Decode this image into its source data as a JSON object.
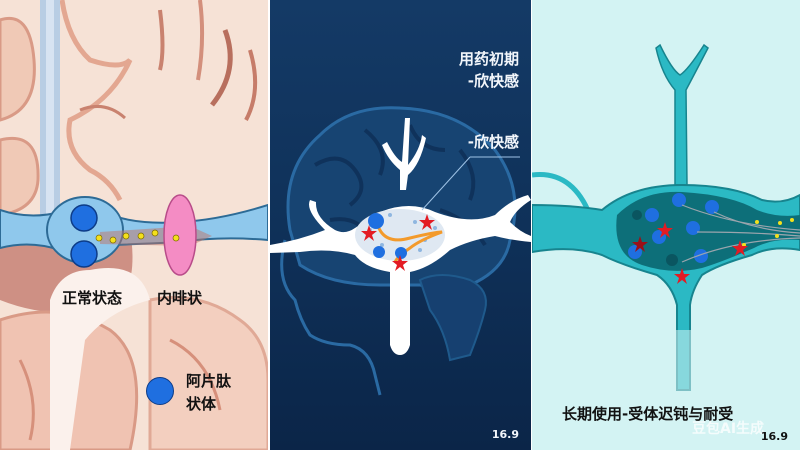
{
  "panels": [
    {
      "id": "panel-normal",
      "background": "#f6e2d6",
      "labels": {
        "normal_state": "正常状态",
        "endorphin": "内啡状",
        "legend_text_line1": "阿片肽",
        "legend_text_line2": "状体"
      },
      "legend": {
        "icon": "blue-circle-icon",
        "color": "#1f6fe0"
      },
      "colors": {
        "neuron": "#8fc8ec",
        "neuron_outline": "#2d6b96",
        "vesicle": "#1f6fe0",
        "neurotransmitter": "#f4e01c",
        "receptor": "#f48cc4"
      }
    },
    {
      "id": "panel-initial-use",
      "background": "#12365f",
      "title_line1": "用药初期",
      "title_line2": "-欣快感",
      "callout": "-欣快感",
      "corner_number": "16.9",
      "icons": [
        "brain-silhouette-icon",
        "head-profile-icon",
        "neuron-icon",
        "red-star-icon",
        "blue-circle-icon"
      ],
      "colors": {
        "neuron": "#ffffff",
        "star": "#e31b23",
        "vesicle": "#1f6fe0",
        "axon": "#f39a2b"
      }
    },
    {
      "id": "panel-long-term",
      "background": "#d3f3f3",
      "caption": "长期使用-受体迟钝与耐受",
      "watermark": "豆包AI生成",
      "corner_number": "16.9",
      "colors": {
        "neuron": "#2bb9c4",
        "soma": "#0d6f79",
        "star": "#e31b23",
        "vesicle": "#1f6fe0",
        "dot": "#f4e01c"
      }
    }
  ]
}
